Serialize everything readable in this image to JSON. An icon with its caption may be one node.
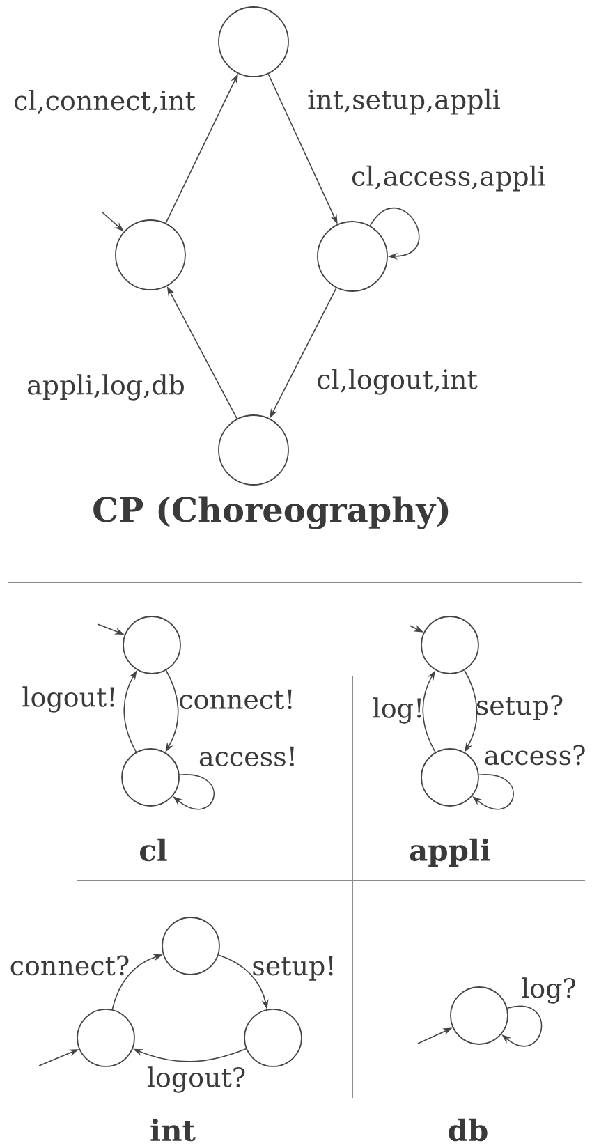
{
  "diagram": {
    "nodes": [
      {
        "text": [],
        "shape": "circle"
      },
      {
        "text": [],
        "shape": "circle"
      },
      {
        "text": [],
        "shape": "circle"
      },
      {
        "text": [],
        "shape": "circle"
      },
      {
        "text": [],
        "shape": "circle"
      },
      {
        "text": [],
        "shape": "circle"
      },
      {
        "text": [],
        "shape": "circle"
      },
      {
        "text": [],
        "shape": "circle"
      },
      {
        "text": [],
        "shape": "circle"
      },
      {
        "text": [],
        "shape": "circle"
      },
      {
        "text": [],
        "shape": "circle"
      },
      {
        "text": [],
        "shape": "circle"
      }
    ],
    "edges": [
      {
        "from": 1,
        "to": 0,
        "arrow": "to",
        "label": "cl,connect,int"
      },
      {
        "from": 0,
        "to": 2,
        "arrow": "to",
        "label": "int,setup,appli"
      },
      {
        "from": 2,
        "to": 2,
        "arrow": "to",
        "label": "cl,access,appli"
      },
      {
        "from": 2,
        "to": 3,
        "arrow": "to",
        "label": "cl,logout,int"
      },
      {
        "from": 3,
        "to": 1,
        "arrow": "to",
        "label": "appli,log,db"
      },
      {
        "from": null,
        "to": 1,
        "arrow": "to"
      },
      {
        "from": null,
        "to": 4,
        "arrow": "to"
      },
      {
        "from": 4,
        "to": 5,
        "arrow": "to",
        "label": "connect!"
      },
      {
        "from": 5,
        "to": 4,
        "arrow": "to",
        "label": "logout!"
      },
      {
        "from": 5,
        "to": 5,
        "arrow": "to",
        "label": "access!"
      },
      {
        "from": null,
        "to": 6,
        "arrow": "to"
      },
      {
        "from": 6,
        "to": 7,
        "arrow": "to",
        "label": "setup?"
      },
      {
        "from": 7,
        "to": 6,
        "arrow": "to",
        "label": "log!"
      },
      {
        "from": 7,
        "to": 7,
        "arrow": "to",
        "label": "access?"
      },
      {
        "from": null,
        "to": 9,
        "arrow": "to"
      },
      {
        "from": 9,
        "to": 8,
        "arrow": "to",
        "label": "connect?"
      },
      {
        "from": 8,
        "to": 10,
        "arrow": "to",
        "label": "setup!"
      },
      {
        "from": 10,
        "to": 9,
        "arrow": "to",
        "label": "logout?"
      },
      {
        "from": null,
        "to": 11,
        "arrow": "to"
      },
      {
        "from": 11,
        "to": 11,
        "arrow": "to",
        "label": "log?"
      }
    ],
    "labels": [
      "CP (Choreography)",
      "cl",
      "appli",
      "int",
      "db"
    ]
  }
}
